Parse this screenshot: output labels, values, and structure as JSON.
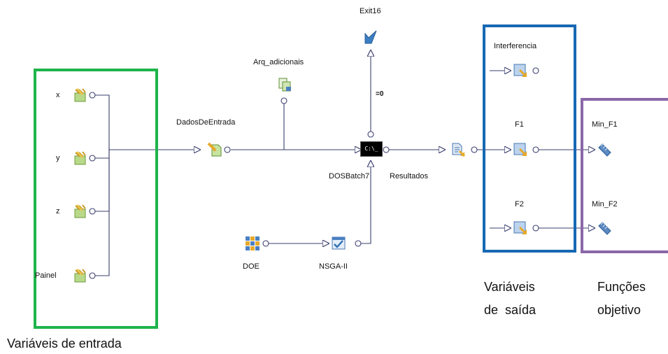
{
  "colors": {
    "input_box": "#1fb44b",
    "output_box": "#1768b3",
    "objective_box": "#8a67a8",
    "wire": "#3a3f6e"
  },
  "input_vars": {
    "x": "x",
    "y": "y",
    "z": "z",
    "painel": "Painel"
  },
  "nodes": {
    "dados": "DadosDeEntrada",
    "arq": "Arq_adicionais",
    "exit": "Exit16",
    "condition": "=0",
    "dosbatch": "DOSBatch7",
    "dosbatch_icon_text": "C:\\_",
    "resultados": "Resultados",
    "doe": "DOE",
    "nsga": "NSGA-II"
  },
  "outputs": {
    "interferencia": "Interferencia",
    "f1": "F1",
    "f2": "F2"
  },
  "objectives": {
    "min_f1": "Min_F1",
    "min_f2": "Min_F2"
  },
  "captions": {
    "input": "Variáveis de entrada",
    "output_line1": "Variáveis",
    "output_line2": "de  saída",
    "objective_line1": "Funções",
    "objective_line2": "objetivo"
  },
  "icons": {
    "input_var": "input-variable-icon",
    "data_input": "data-input-icon",
    "files": "support-files-icon",
    "exit": "exit-flag-icon",
    "batch": "dos-batch-icon",
    "results": "output-files-icon",
    "output_var": "output-variable-icon",
    "objective": "objective-satellite-icon",
    "doe": "doe-grid-icon",
    "scheduler": "scheduler-icon"
  }
}
